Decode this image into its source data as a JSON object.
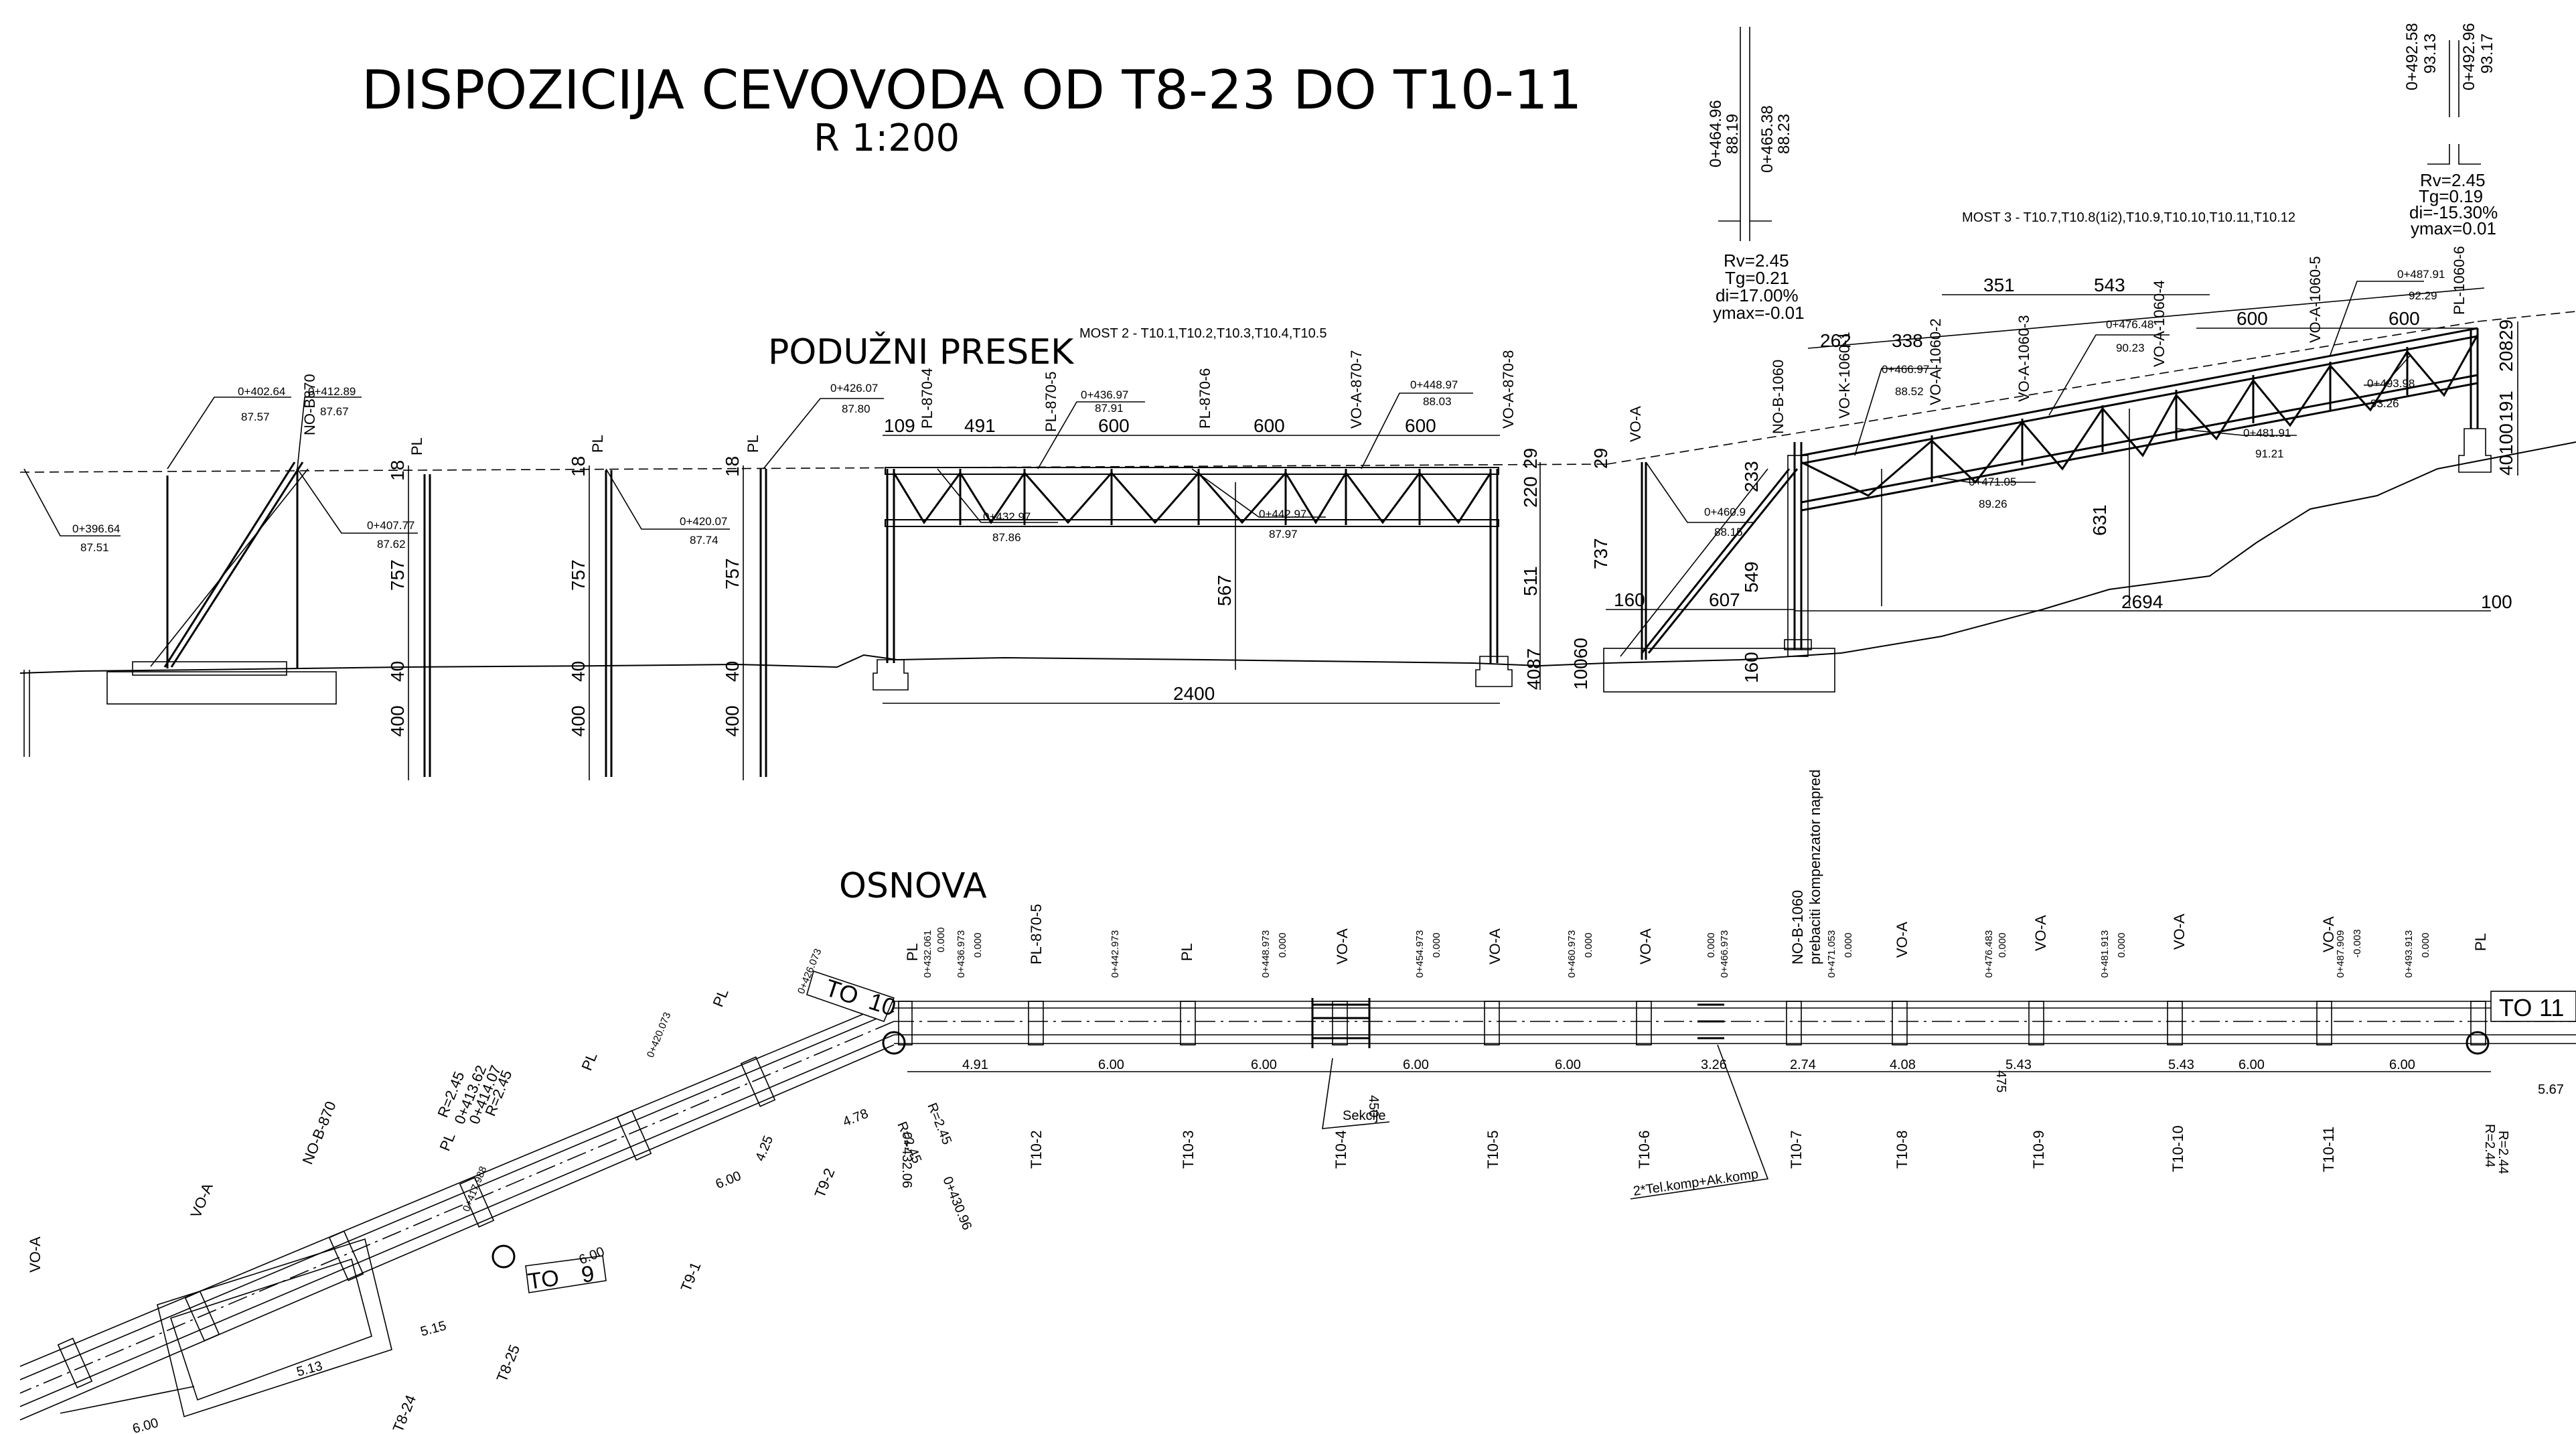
{
  "title": "DISPOZICIJA CEVOVODA OD T8-23 DO T10-11",
  "scale": "R 1:200",
  "section_longitudinal": "PODUŽNI PRESEK",
  "section_plan": "OSNOVA",
  "bridge2_label": "MOST 2 - T10.1,T10.2,T10.3,T10.4,T10.5",
  "bridge3_label": "MOST 3 - T10.7,T10.8(1i2),T10.9,T10.10,T10.11,T10.12",
  "curve1": {
    "rv": "Rv=2.45",
    "tg": "Tg=0.21",
    "di": "di=17.00%",
    "ymax": "ymax=-0.01",
    "st_a": "0+464.96",
    "el_a": "88.19",
    "st_b": "0+465.38",
    "el_b": "88.23"
  },
  "curve2": {
    "rv": "Rv=2.45",
    "tg": "Tg=0.19",
    "di": "di=-15.30%",
    "ymax": "ymax=0.01",
    "st_a": "0+492.58",
    "el_a": "93.13",
    "st_b": "0+492.96",
    "el_b": "93.17"
  },
  "profile_supports": {
    "pl_870_4": "PL-870-4",
    "pl_870_5": "PL-870-5",
    "pl_870_6": "PL-870-6",
    "vo_a_870_7": "VO-A-870-7",
    "vo_a_870_8": "VO-A-870-8",
    "no_b870": "NO-B870",
    "pl": "PL",
    "vo_a": "VO-A",
    "no_b_1060": "NO-B-1060",
    "vo_k_1060_1": "VO-K-1060-1",
    "vo_a_1060_2": "VO-A-1060-2",
    "vo_a_1060_3": "VO-A-1060-3",
    "vo_a_1060_4": "VO-A-1060-4",
    "vo_a_1060_5": "VO-A-1060-5",
    "pl_1060_6": "PL-1060-6"
  },
  "stations": {
    "s1": "0+402.64",
    "e1": "87.57",
    "s2": "0+412.89",
    "e2": "87.67",
    "s3": "0+396.64",
    "e3": "87.51",
    "s4": "0+407.77",
    "e4": "87.62",
    "s5": "0+420.07",
    "e5": "87.74",
    "s6": "0+426.07",
    "e6": "87.80",
    "s7": "0+436.97",
    "e7": "87.91",
    "s8": "0+448.97",
    "e8": "88.03",
    "s9": "0+432.97",
    "e9": "87.86",
    "s10": "0+442.97",
    "e10": "87.97",
    "s11": "0+460.9",
    "e11": "88.15",
    "s12": "0+466.97",
    "e12": "88.52",
    "s13": "0+476.48",
    "e13": "90.23",
    "s14": "0+471.05",
    "e14": "89.26",
    "s15": "0+481.91",
    "e15": "91.21",
    "s16": "0+487.91",
    "e16": "92.29",
    "s17": "0+493.98",
    "e17": "93.26"
  },
  "dims": {
    "d109": "109",
    "d491": "491",
    "d600": "600",
    "d2400": "2400",
    "d567": "567",
    "d220": "220",
    "d511": "511",
    "d29": "29",
    "d18": "18",
    "d757": "757",
    "d40": "40",
    "d400": "400",
    "d4087": "4087",
    "d10060": "10060",
    "d737": "737",
    "d160": "160",
    "d607": "607",
    "d2694": "2694",
    "d100": "100",
    "d233": "233",
    "d549": "549",
    "d631": "631",
    "d262": "262",
    "d338": "338",
    "d351": "351",
    "d543": "543",
    "d208": "208",
    "d191": "191",
    "d40100": "40100"
  },
  "plan": {
    "to10": "TO",
    "to10n": "10",
    "to11": "TO",
    "to11n": "11",
    "to9": "TO",
    "to9n": "9",
    "spans": [
      "4.91",
      "6.00",
      "6.00",
      "6.00",
      "6.00",
      "3.26",
      "2.74",
      "4.08",
      "5.43",
      "5.43",
      "6.00",
      "6.00"
    ],
    "pl": "PL",
    "pl_870_5": "PL-870-5",
    "vo_a": "VO-A",
    "no_b_1060": "NO-B-1060",
    "prebaciti": "prebaciti kompenzator napred",
    "no_b_870": "NO-B-870",
    "t10": [
      "T10-2",
      "T10-3",
      "T10-4",
      "T10-5",
      "T10-6",
      "T10-7",
      "T10-8",
      "T10-9",
      "T10-10",
      "T10-11"
    ],
    "t9": [
      "T9-2",
      "T9-1"
    ],
    "t8": [
      "T8-25",
      "T8-24"
    ],
    "sekcije": "Sekcije",
    "d450": "450",
    "d475": "475",
    "komp": "2*Tel.komp+Ak.komp",
    "stations": [
      "0+432.061",
      "0+436.973",
      "0+442.973",
      "0+448.973",
      "0+454.973",
      "0+460.973",
      "0+466.973",
      "0+471.053",
      "0+476.483",
      "0+481.913",
      "0+487.909",
      "0+493.913"
    ],
    "elev": [
      "0.000",
      "0.000",
      "0.000",
      "0.000",
      "0.000",
      "0.000",
      "0.000",
      "0.000",
      "0.000",
      "0.000",
      "-0.003",
      "0.000"
    ],
    "r1": "R=2.45",
    "r2": "R=2.45",
    "r3": "R=2.45",
    "r4": "R=2.45",
    "r5": "R=2.44",
    "r6": "R=2.44",
    "st_a": "0+413.62",
    "st_b": "0+414.07",
    "st_c": "0+432.06",
    "st_d": "0+430.96",
    "st_e": "0+426.073",
    "st_f": "0+420.073",
    "st_g": "0+417.988",
    "d478": "4.78",
    "d425": "4.25",
    "d600a": "6.00",
    "d600b": "6.00",
    "d515": "5.15",
    "d513": "5.13",
    "d600c": "6.00",
    "d567": "5.67",
    "vo_a2": "VO-A"
  }
}
